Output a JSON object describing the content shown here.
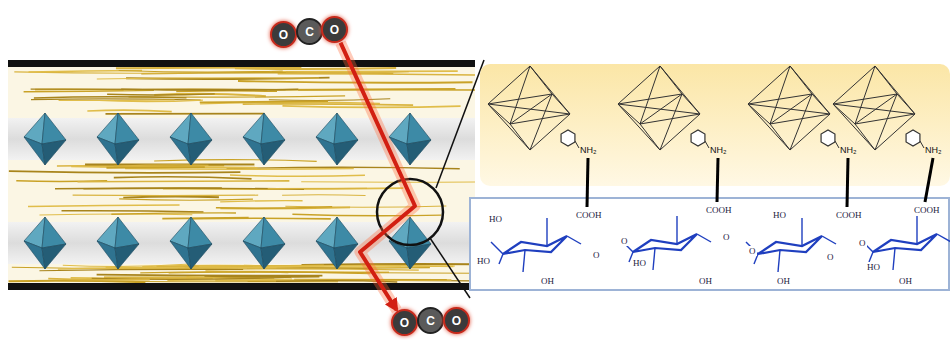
{
  "diagram": {
    "nodes": [
      {
        "text": [
          "O"
        ]
      },
      {
        "text": [
          "C"
        ]
      },
      {
        "text": [
          "O"
        ]
      },
      {
        "text": [
          "NH₂",
          "NH₂",
          "NH₂",
          "NH₂"
        ]
      },
      {
        "text": [
          "HO",
          "COOH",
          "HO",
          "O",
          "OH",
          "O",
          "COOH",
          "HO",
          "O",
          "OH",
          "O",
          "HO",
          "COOH",
          "O",
          "OH",
          "O",
          "COOH",
          "HO",
          "OH"
        ]
      },
      {
        "text": [
          "O"
        ]
      },
      {
        "text": [
          "C"
        ]
      },
      {
        "text": [
          "O"
        ]
      }
    ],
    "edges": [
      {
        "from": 2,
        "to": 5,
        "arrow": "to"
      }
    ]
  }
}
